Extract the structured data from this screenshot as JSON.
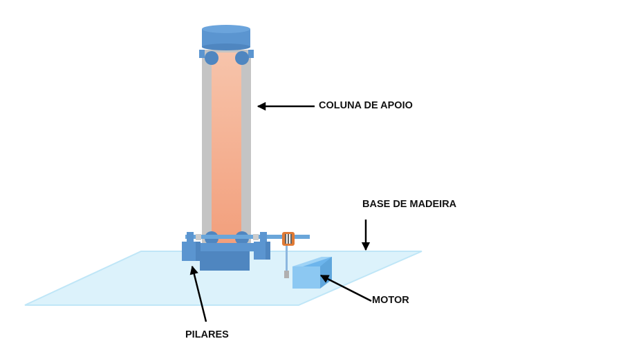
{
  "labels": {
    "column": "COLUNA DE APOIO",
    "base": "BASE DE MADEIRA",
    "motor": "MOTOR",
    "pillars": "PILARES"
  },
  "colors": {
    "base_fill": "#dcf2fb",
    "base_edge": "#bfe6f7",
    "steel_blue": "#5b95d0",
    "steel_blue_dark": "#4f86c0",
    "column_frame": "#c4c4c4",
    "column_inner": "#f4a684",
    "motor_blue": "#8cc8f2",
    "coupler_orange": "#e07a35",
    "arrow": "#000000"
  }
}
